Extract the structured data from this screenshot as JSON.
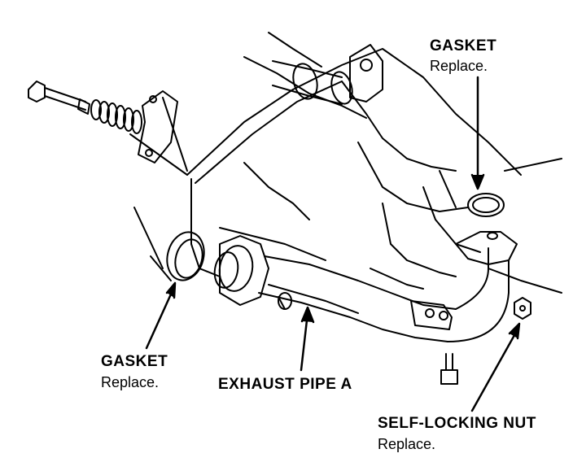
{
  "labels": {
    "gasket_top": {
      "title": "GASKET",
      "note": "Replace."
    },
    "gasket_left": {
      "title": "GASKET",
      "note": "Replace."
    },
    "exhaust_pipe": {
      "title": "EXHAUST PIPE A"
    },
    "self_locking_nut": {
      "title": "SELF-LOCKING NUT",
      "note": "Replace."
    }
  },
  "colors": {
    "ink": "#000000",
    "paper": "#ffffff"
  }
}
